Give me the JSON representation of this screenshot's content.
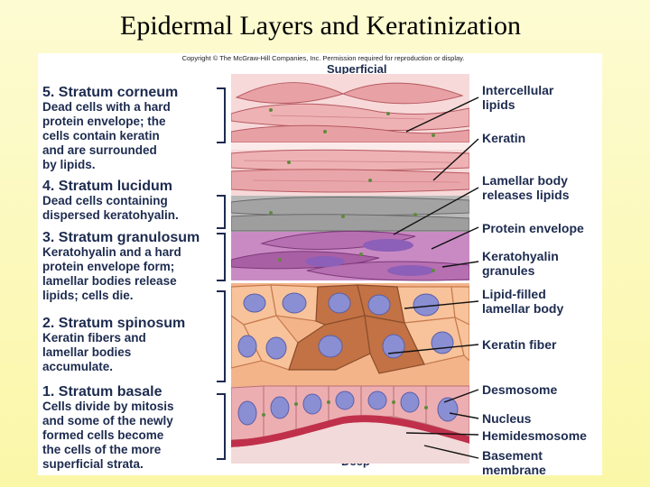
{
  "slide_title": "Epidermal Layers and Keratinization",
  "copyright": "Copyright © The McGraw-Hill Companies, Inc. Permission required for reproduction or display.",
  "superficial_label": "Superficial",
  "deep_label": "Deep",
  "strata": [
    {
      "name": "5. Stratum corneum",
      "desc": [
        "Dead cells with a hard",
        "protein envelope; the",
        "cells contain keratin",
        "and are surrounded",
        "by lipids."
      ]
    },
    {
      "name": "4. Stratum lucidum",
      "desc": [
        "Dead cells containing",
        "dispersed keratohyalin."
      ]
    },
    {
      "name": "3. Stratum granulosum",
      "desc": [
        "Keratohyalin and a hard",
        "protein envelope form;",
        "lamellar bodies release",
        "lipids; cells die."
      ]
    },
    {
      "name": "2. Stratum spinosum",
      "desc": [
        "Keratin fibers and",
        "lamellar bodies",
        "accumulate."
      ]
    },
    {
      "name": "1. Stratum basale",
      "desc": [
        "Cells divide by mitosis",
        "and some of the newly",
        "formed cells become",
        "the cells of the more",
        "superficial strata."
      ]
    }
  ],
  "callouts": [
    [
      "Intercellular",
      "lipids"
    ],
    [
      "Keratin"
    ],
    [
      "Lamellar body",
      "releases lipids"
    ],
    [
      "Protein envelope"
    ],
    [
      "Keratohyalin",
      "granules"
    ],
    [
      "Lipid-filled",
      "lamellar body"
    ],
    [
      "Keratin fiber"
    ],
    [
      "Desmosome"
    ],
    [
      "Nucleus"
    ],
    [
      "Hemidesmosome"
    ],
    [
      "Basement",
      "membrane"
    ]
  ]
}
